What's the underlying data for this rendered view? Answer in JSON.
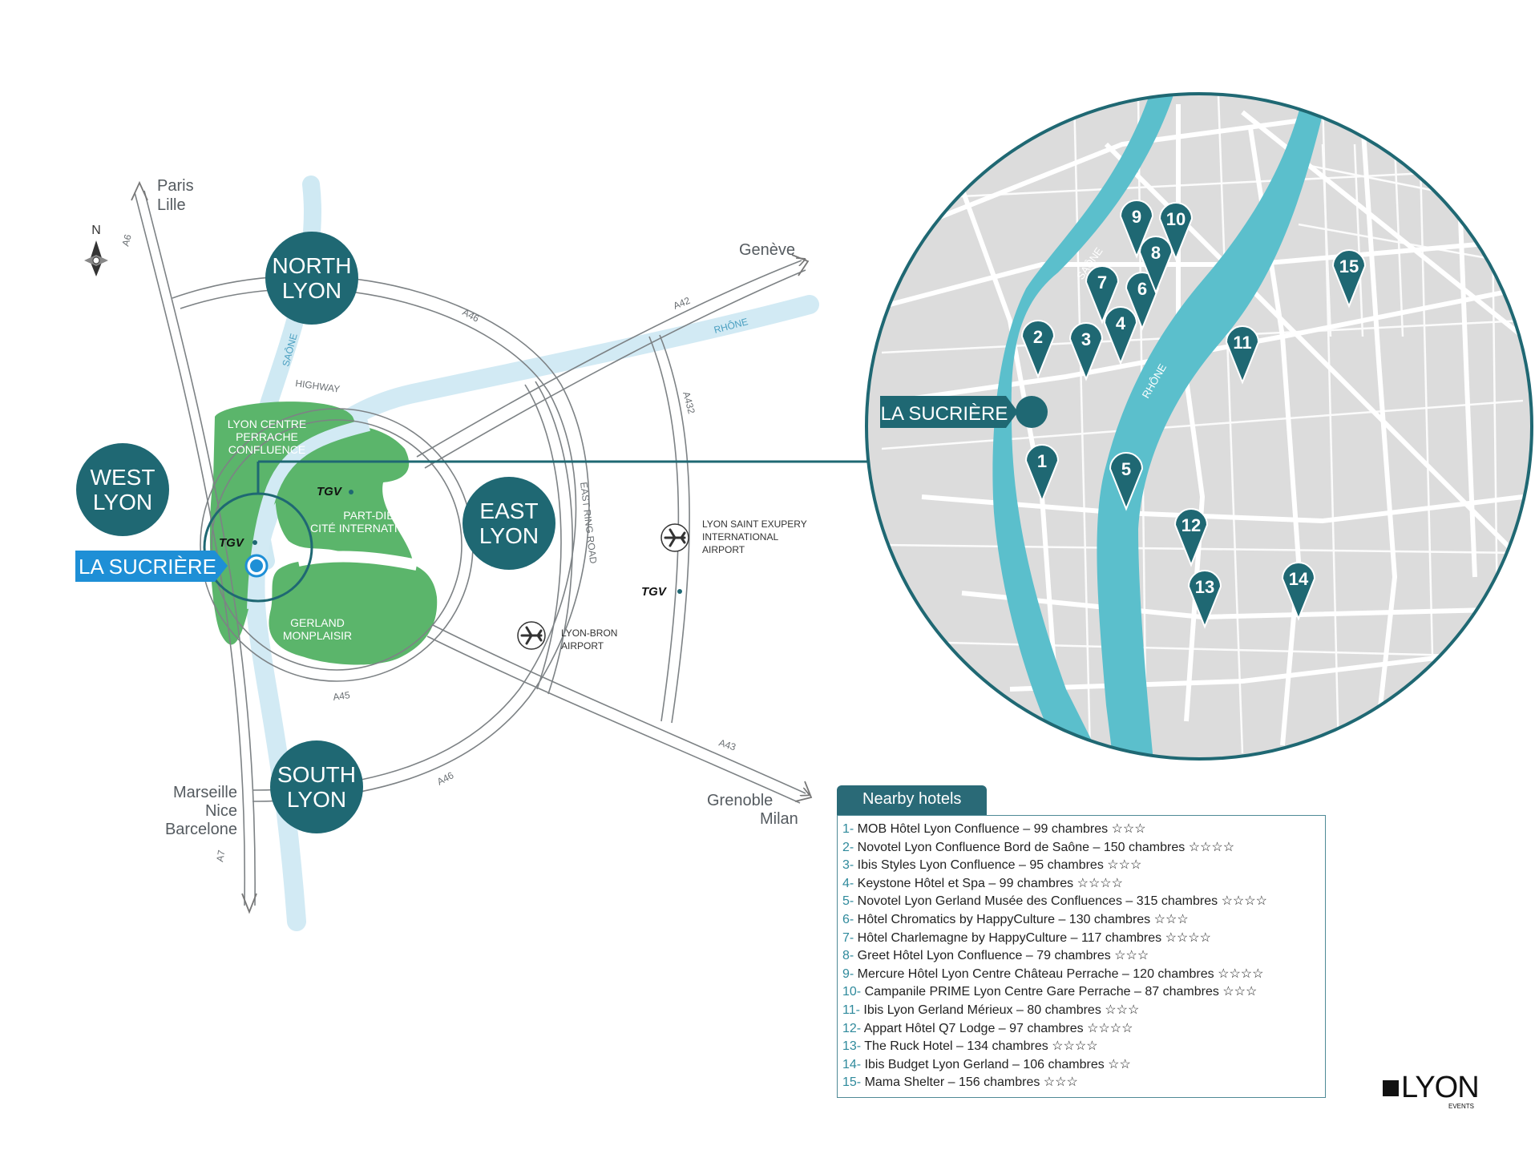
{
  "compass": {
    "letter": "N"
  },
  "cities": {
    "paris_lille": [
      "Paris",
      "Lille"
    ],
    "geneve": "Genève",
    "grenoble_milan": [
      "Grenoble",
      "Milan"
    ],
    "marseille": [
      "Marseille",
      "Nice",
      "Barcelone"
    ]
  },
  "roads": {
    "a6": "A6",
    "a46_n": "A46",
    "a42": "A42",
    "rhone": "RHÔNE",
    "saone": "SAÔNE",
    "highway": "HIGHWAY",
    "a432": "A432",
    "east_ring": "EAST RING ROAD",
    "a45": "A45",
    "a46_s": "A46",
    "a43": "A43",
    "a7": "A7"
  },
  "zones": {
    "north": [
      "NORTH",
      "LYON"
    ],
    "west": [
      "WEST",
      "LYON"
    ],
    "east": [
      "EAST",
      "LYON"
    ],
    "south": [
      "SOUTH",
      "LYON"
    ]
  },
  "green_areas": {
    "perrache": [
      "LYON CENTRE",
      "PERRACHE",
      "CONFLUENCE"
    ],
    "partdieu": [
      "PART-DIEU",
      "CITÉ INTERNATIONALE"
    ],
    "gerland": [
      "GERLAND",
      "MONPLAISIR"
    ]
  },
  "tgv": "TGV",
  "venue_label": "LA SUCRIÈRE",
  "airports": {
    "stexupery": [
      "LYON SAINT EXUPERY",
      "INTERNATIONAL",
      "AIRPORT"
    ],
    "bron": [
      "LYON-BRON",
      "AIRPORT"
    ]
  },
  "zoom_map": {
    "venue_label": "LA SUCRIÈRE",
    "river_labels": {
      "saone": "SAÔNE",
      "rhone": "RHÔNE"
    },
    "pins": [
      "1",
      "2",
      "3",
      "4",
      "5",
      "6",
      "7",
      "8",
      "9",
      "10",
      "11",
      "12",
      "13",
      "14",
      "15"
    ]
  },
  "colors": {
    "teal_dark": "#1f6873",
    "river": "#5bbfcc",
    "green": "#5bb56b",
    "venue_blue": "#1e8fd6"
  },
  "hotels": {
    "title": "Nearby hotels",
    "items": [
      {
        "num": "1-",
        "text": " MOB Hôtel Lyon Confluence – 99 chambres ☆☆☆"
      },
      {
        "num": "2-",
        "text": " Novotel Lyon Confluence Bord de Saône – 150 chambres ☆☆☆☆"
      },
      {
        "num": "3-",
        "text": " Ibis Styles Lyon Confluence – 95 chambres ☆☆☆"
      },
      {
        "num": "4-",
        "text": " Keystone Hôtel et Spa – 99 chambres ☆☆☆☆"
      },
      {
        "num": "5-",
        "text": " Novotel Lyon Gerland Musée des Confluences – 315 chambres ☆☆☆☆"
      },
      {
        "num": "6-",
        "text": " Hôtel Chromatics by HappyCulture – 130 chambres ☆☆☆"
      },
      {
        "num": "7-",
        "text": " Hôtel Charlemagne by HappyCulture – 117 chambres ☆☆☆☆"
      },
      {
        "num": "8-",
        "text": " Greet Hôtel Lyon Confluence – 79 chambres ☆☆☆"
      },
      {
        "num": "9-",
        "text": " Mercure Hôtel Lyon Centre Château Perrache – 120 chambres ☆☆☆☆"
      },
      {
        "num": "10-",
        "text": " Campanile PRIME Lyon Centre Gare Perrache – 87 chambres ☆☆☆"
      },
      {
        "num": "11-",
        "text": " Ibis Lyon Gerland Mérieux – 80 chambres ☆☆☆"
      },
      {
        "num": "12-",
        "text": " Appart Hôtel Q7 Lodge – 97 chambres ☆☆☆☆"
      },
      {
        "num": "13-",
        "text": " The Ruck Hotel – 134 chambres ☆☆☆☆"
      },
      {
        "num": "14-",
        "text": " Ibis Budget Lyon Gerland – 106 chambres ☆☆"
      },
      {
        "num": "15-",
        "text": " Mama Shelter – 156 chambres ☆☆☆"
      }
    ]
  },
  "logo": {
    "text": "LYON",
    "sub": "EVENTS"
  }
}
